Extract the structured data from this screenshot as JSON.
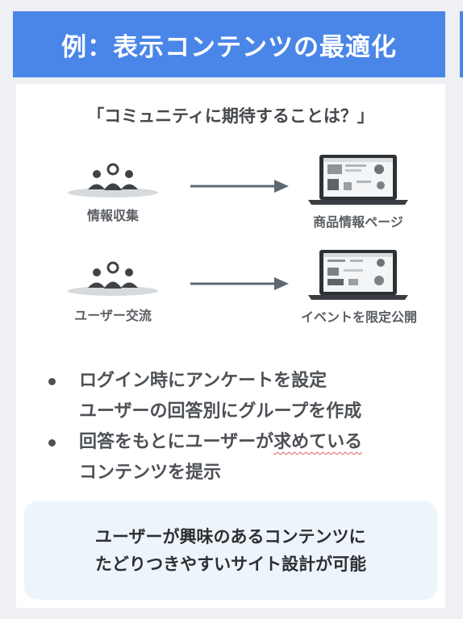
{
  "header": {
    "title": "例：表示コンテンツの最適化"
  },
  "question": "「コミュニティに期待することは？」",
  "flows": [
    {
      "source_label": "情報収集",
      "target_label": "商品情報ページ",
      "source_icon": "group-people-icon",
      "target_icon": "laptop-icon"
    },
    {
      "source_label": "ユーザー交流",
      "target_label": "イベントを限定公開",
      "source_icon": "group-people-icon",
      "target_icon": "laptop-icon"
    }
  ],
  "bullets": [
    {
      "lines": [
        "ログイン時にアンケートを設定",
        "ユーザーの回答別にグループを作成"
      ]
    },
    {
      "lines": [
        "回答をもとにユーザーが求めている",
        "コンテンツを提示"
      ]
    }
  ],
  "summary": {
    "lines": [
      "ユーザーが興味のあるコンテンツに",
      "たどりつきやすいサイト設計が可能"
    ]
  },
  "colors": {
    "header_bg": "#4a86e8",
    "card_bg": "#ffffff",
    "summary_bg": "#eef5fa",
    "icon_dark": "#3f4347",
    "arrow": "#5d6870"
  }
}
